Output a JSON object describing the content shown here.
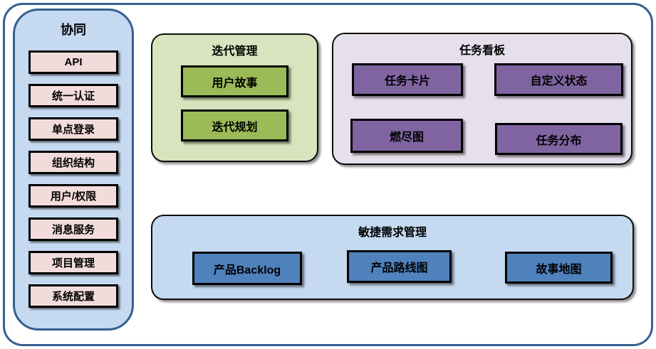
{
  "diagram": {
    "sidebar": {
      "title": "协同",
      "items": [
        "API",
        "统一认证",
        "单点登录",
        "组织结构",
        "用户/权限",
        "消息服务",
        "项目管理",
        "系统配置"
      ]
    },
    "iteration_group": {
      "title": "迭代管理",
      "items": [
        "用户故事",
        "迭代规划"
      ]
    },
    "kanban_group": {
      "title": "任务看板",
      "items": [
        "任务卡片",
        "自定义状态",
        "燃尽图",
        "任务分布"
      ]
    },
    "agile_group": {
      "title": "敏捷需求管理",
      "items": [
        "产品Backlog",
        "产品路线图",
        "故事地图"
      ]
    }
  },
  "colors": {
    "frame_border": "#365f91",
    "sidebar_bg": "#c5d9f1",
    "sidebar_item_bg": "#f2dcdb",
    "iteration_bg": "#d7e4bd",
    "iteration_item_bg": "#9bbb59",
    "kanban_bg": "#e6e0ec",
    "kanban_item_bg": "#8064a2",
    "agile_bg": "#c5d9f1",
    "agile_item_bg": "#4f81bd",
    "item_border": "#000000",
    "text": "#000000"
  }
}
